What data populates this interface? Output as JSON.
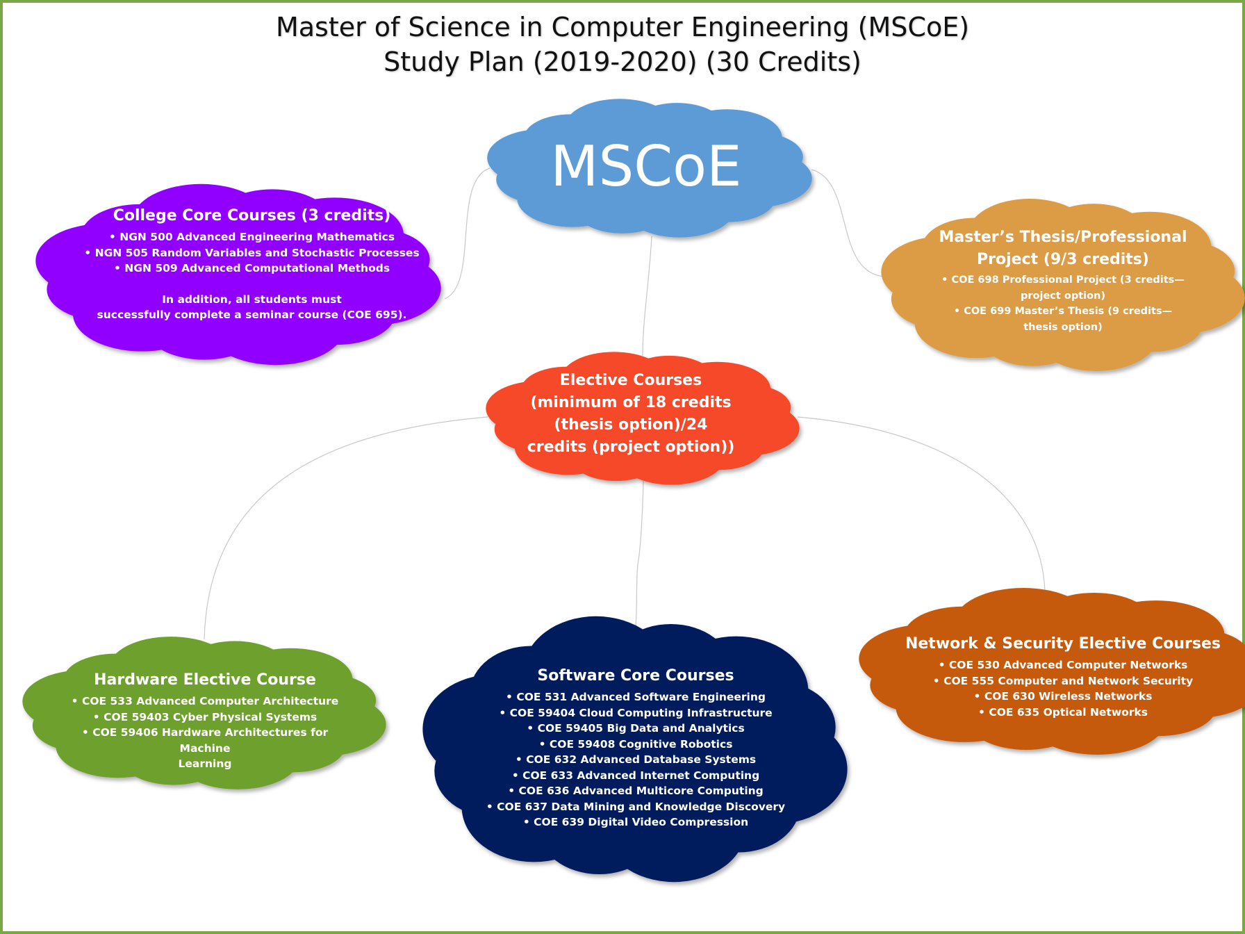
{
  "title": {
    "line1": "Master of Science in Computer Engineering (MSCoE)",
    "line2": "Study Plan (2019-2020) (30 Credits)"
  },
  "center": {
    "label": "MSCoE",
    "color": "#5b9bd5"
  },
  "college_core": {
    "color": "#9100ff",
    "heading": "College Core Courses (3 credits)",
    "items": [
      "NGN 500 Advanced Engineering Mathematics",
      "NGN 505 Random Variables and Stochastic Processes",
      "NGN 509 Advanced Computational Methods"
    ],
    "note_line1": "In addition, all students must",
    "note_line2": "successfully complete a seminar course (COE 695)."
  },
  "thesis": {
    "color": "#dc9c44",
    "heading_line1": "Master’s Thesis/Professional",
    "heading_line2": "Project (9/3 credits)",
    "items": [
      {
        "line1": "COE 698 Professional Project (3 credits—",
        "line2": "project option)"
      },
      {
        "line1": "COE 699 Master’s Thesis (9 credits—",
        "line2": "thesis option)"
      }
    ]
  },
  "elective": {
    "color": "#f5482c",
    "lines": [
      "Elective Courses",
      "(minimum of 18 credits",
      "(thesis option)/24",
      "credits (project option))"
    ]
  },
  "hardware": {
    "color": "#6ea02f",
    "heading": "Hardware Elective Course",
    "items": [
      "COE 533 Advanced Computer Architecture",
      "COE 59403 Cyber Physical Systems",
      "COE 59406 Hardware Architectures for Machine"
    ],
    "item3_cont": "Learning"
  },
  "software": {
    "color": "#001f5c",
    "heading": "Software Core Courses",
    "items": [
      "COE 531 Advanced Software Engineering",
      "COE 59404 Cloud Computing Infrastructure",
      "COE 59405 Big Data and Analytics",
      "COE 59408 Cognitive Robotics",
      "COE 632 Advanced Database Systems",
      "COE 633 Advanced Internet Computing",
      "COE 636 Advanced Multicore Computing",
      "COE 637 Data Mining and Knowledge Discovery",
      "COE 639 Digital Video Compression"
    ]
  },
  "network": {
    "color": "#c55a11",
    "heading": "Network & Security Elective Courses",
    "items": [
      "COE 530 Advanced Computer Networks",
      "COE 555 Computer and Network Security",
      "COE 630 Wireless Networks",
      "COE 635 Optical Networks"
    ]
  },
  "frame_color": "#77a843",
  "connector_color": "#c8c8c8"
}
